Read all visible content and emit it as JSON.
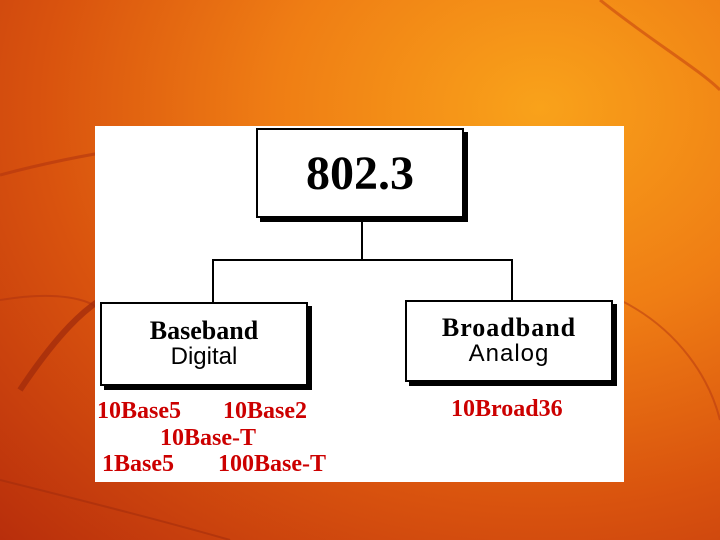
{
  "diagram": {
    "root": "802.3",
    "left": {
      "title": "Baseband",
      "subtitle": "Digital"
    },
    "right": {
      "title": "Broadband",
      "subtitle": "Analog"
    },
    "left_examples": {
      "line1_a": "10Base5",
      "line1_b": "10Base2",
      "line2": "10Base-T",
      "line3_a": "1Base5",
      "line3_b": "100Base-T"
    },
    "right_examples": {
      "line1": "10Broad36"
    }
  },
  "colors": {
    "example_text": "#cc0000",
    "background": "#ef7d14"
  }
}
